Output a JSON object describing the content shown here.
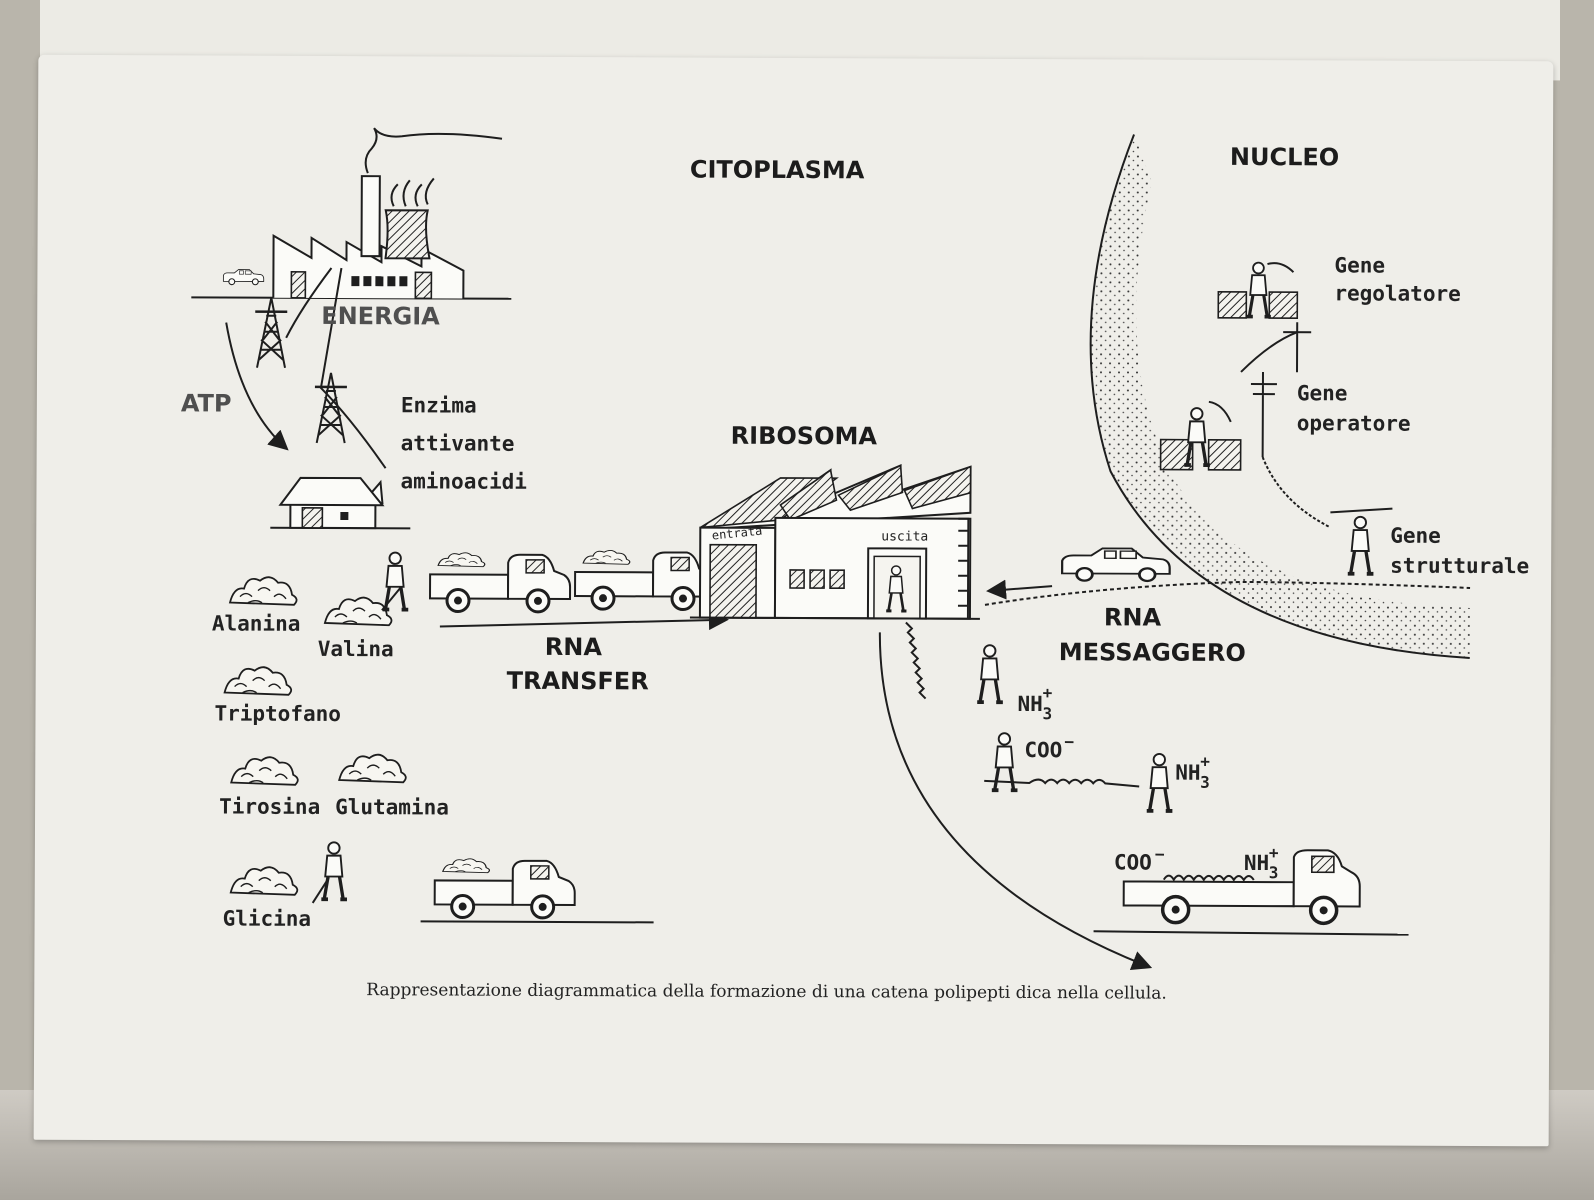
{
  "titles": {
    "citoplasma": "CITOPLASMA",
    "nucleo": "NUCLEO",
    "ribosoma": "RIBOSOMA",
    "energia": "ENERGIA",
    "atp": "ATP"
  },
  "enzyme": {
    "line1": "Enzima",
    "line2": "attivante",
    "line3": "aminoacidi"
  },
  "building": {
    "entrata": "entrata",
    "uscita": "uscita"
  },
  "rna_transfer": {
    "line1": "RNA",
    "line2": "TRANSFER"
  },
  "rna_messaggero": {
    "line1": "RNA",
    "line2": "MESSAGGERO"
  },
  "genes": {
    "regolatore": {
      "line1": "Gene",
      "line2": "regolatore"
    },
    "operatore": {
      "line1": "Gene",
      "line2": "operatore"
    },
    "strutturale": {
      "line1": "Gene",
      "line2": "strutturale"
    }
  },
  "amino_acids": {
    "alanina": "Alanina",
    "valina": "Valina",
    "triptofano": "Triptofano",
    "tirosina": "Tirosina",
    "glutamina": "Glutamina",
    "glicina": "Glicina"
  },
  "chem": {
    "nh": "NH",
    "sub3": "3",
    "plus": "+",
    "coo": "COO",
    "minus": "−"
  },
  "caption": "Rappresentazione diagrammatica della formazione di una catena polipepti dica nella cellula."
}
